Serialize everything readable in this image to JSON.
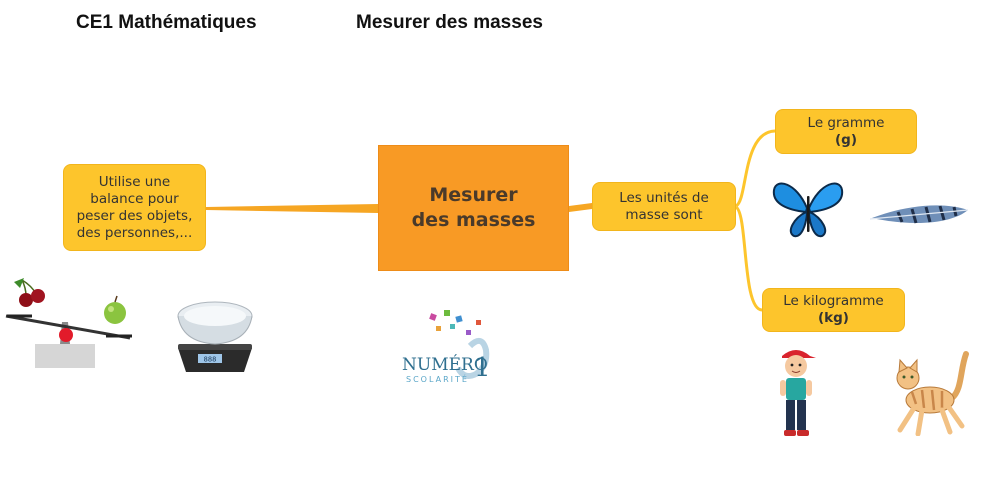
{
  "header": {
    "left": "CE1 Mathématiques",
    "right": "Mesurer des masses"
  },
  "mindmap": {
    "center": {
      "line1": "Mesurer",
      "line2": "des masses"
    },
    "left_node": {
      "lines": [
        "Utilise une",
        "balance pour",
        "peser des objets,",
        "des personnes,..."
      ]
    },
    "units_node": {
      "lines": [
        "Les unités de",
        "masse sont"
      ]
    },
    "gram_node": {
      "name": "Le gramme",
      "abbr": "(g)"
    },
    "kilogram_node": {
      "name": "Le kilogramme",
      "abbr": "(kg)"
    }
  },
  "logo": {
    "line1": "NUMÉRO",
    "digit": "1",
    "line2": "SCOLARITÉ"
  },
  "scale_display": "888",
  "colors": {
    "node_yellow": "#fdc52c",
    "center_orange": "#f89a25",
    "branch": "#fdc52c",
    "connector_left": "#f6a623"
  },
  "icons": [
    "balance-with-cherries-and-apple-icon",
    "kitchen-scale-icon",
    "numero1-logo",
    "butterfly-icon",
    "feather-icon",
    "boy-icon",
    "cat-icon"
  ]
}
